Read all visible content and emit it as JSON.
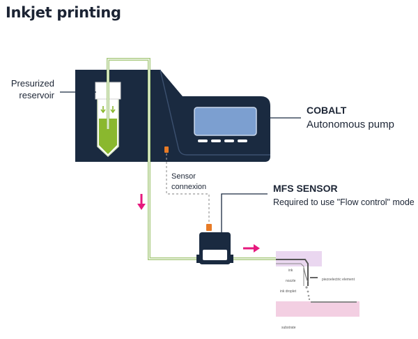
{
  "title": "Inkjet printing",
  "colors": {
    "device": "#1a2a40",
    "fluid": "#8ab82e",
    "tube": "#a8c97e",
    "screen": "#7c9fd0",
    "arrow": "#e6197d",
    "sensor_dot": "#e87b26",
    "ink": "#ead7f0",
    "substrate": "#f3cfe2"
  },
  "labels": {
    "reservoir_line1": "Presurized",
    "reservoir_line2": "reservoir",
    "pump_name": "COBALT",
    "pump_desc": "Autonomous pump",
    "sensor_conn_line1": "Sensor",
    "sensor_conn_line2": "connexion",
    "mfs_name": "MFS SENSOR",
    "mfs_desc": "Required to use \"Flow control\" mode"
  },
  "inset": {
    "ink": "ink",
    "nozzle": "nozzle",
    "droplet": "ink droplet",
    "piezo": "piezoelectric element",
    "substrate": "substrate"
  },
  "icons": [
    "down-arrow-icon",
    "right-arrow-icon",
    "reservoir-arrow-icon"
  ]
}
